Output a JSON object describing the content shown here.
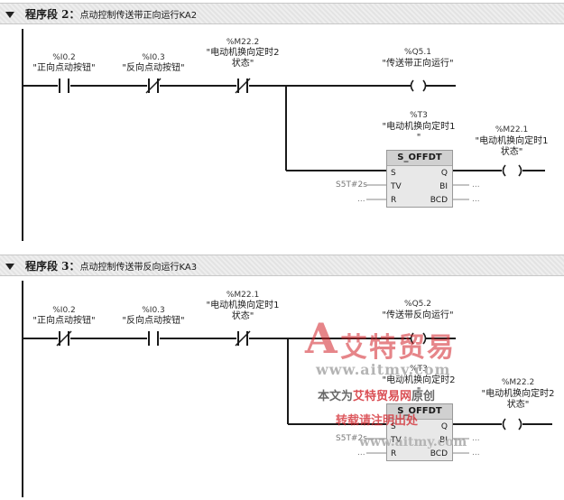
{
  "segments": [
    {
      "label": "程序段 2：",
      "desc": "点动控制传送带正向运行KA2",
      "contacts": [
        {
          "addr": "%I0.2",
          "name": "\"正向点动按钮\"",
          "type": "NO"
        },
        {
          "addr": "%I0.3",
          "name": "\"反向点动按钮\"",
          "type": "NC"
        },
        {
          "addr": "%M22.2",
          "name_line1": "\"电动机换向定时2",
          "name_line2": "状态\"",
          "type": "NC"
        }
      ],
      "coil": {
        "addr": "%Q5.1",
        "name": "\"传送带正向运行\""
      },
      "timer": {
        "addr": "%T3",
        "name_line1": "\"电动机换向定时1",
        "name_line2": "\"",
        "type": "S_OFFDT",
        "pin_s": "S",
        "pin_tv": "TV",
        "pin_r": "R",
        "pin_q": "Q",
        "pin_bi": "BI",
        "pin_bcd": "BCD",
        "tv_value": "S5T#2s",
        "dots": "..."
      },
      "out_coil": {
        "addr": "%M22.1",
        "name_line1": "\"电动机换向定时1",
        "name_line2": "状态\""
      }
    },
    {
      "label": "程序段 3：",
      "desc": "点动控制传送带反向运行KA3",
      "contacts": [
        {
          "addr": "%I0.2",
          "name": "\"正向点动按钮\"",
          "type": "NC"
        },
        {
          "addr": "%I0.3",
          "name": "\"反向点动按钮\"",
          "type": "NO"
        },
        {
          "addr": "%M22.1",
          "name_line1": "\"电动机换向定时1",
          "name_line2": "状态\"",
          "type": "NC"
        }
      ],
      "coil": {
        "addr": "%Q5.2",
        "name": "\"传送带反向运行\""
      },
      "timer": {
        "addr": "%T3",
        "name_line1": "\"电动机换向定时2",
        "name_line2": "\"",
        "type": "S_OFFDT",
        "pin_s": "S",
        "pin_tv": "TV",
        "pin_r": "R",
        "pin_q": "Q",
        "pin_bi": "BI",
        "pin_bcd": "BCD",
        "tv_value": "S5T#2s",
        "dots": "..."
      },
      "out_coil": {
        "addr": "%M22.2",
        "name_line1": "\"电动机换向定时2",
        "name_line2": "状态\""
      }
    }
  ],
  "watermark": {
    "logo_letter": "A",
    "brand": "艾特贸易",
    "url1": "www.aitmy.com",
    "notice1a": "本文为",
    "notice1b": "艾特贸易网",
    "notice1c": "原创",
    "notice2": "转载请注明出处",
    "url2": "www.aitmy.com"
  },
  "colors": {
    "accent_red": "#d2232a",
    "wire": "#1a1a1a",
    "header_bg": "#e6e6e6"
  }
}
